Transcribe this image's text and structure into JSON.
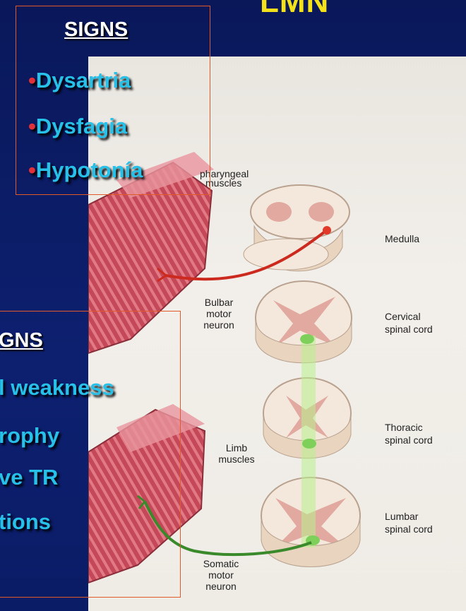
{
  "slide": {
    "title": "LMN"
  },
  "signs_box": {
    "heading": "SIGNS",
    "bullet": "•",
    "items": [
      "Dysartria",
      "Dysfagia",
      "Hypotonía"
    ]
  },
  "signs_box_2": {
    "heading": "GNS",
    "items": [
      "l weakness",
      "rophy",
      "ve TR",
      "tions"
    ]
  },
  "illustration": {
    "labels": {
      "pharyngeal": "pharyngeal",
      "muscles": "muscles",
      "medulla": "Medulla",
      "bulbar_1": "Bulbar",
      "bulbar_2": "motor",
      "bulbar_3": "neuron",
      "cervical_1": "Cervical",
      "cervical_2": "spinal cord",
      "thoracic_1": "Thoracic",
      "thoracic_2": "spinal cord",
      "limb_1": "Limb",
      "limb_2": "muscles",
      "lumbar_1": "Lumbar",
      "lumbar_2": "spinal cord",
      "somatic_1": "Somatic",
      "somatic_2": "motor",
      "somatic_3": "neuron"
    },
    "colors": {
      "muscle": "#c8505e",
      "cord_tissue": "#f4e8dc",
      "gray_matter": "#e2a9a0",
      "bulbar_neuron": "#cc2a1e",
      "somatic_neuron": "#3a8a2c",
      "tract": "#b8f08c"
    }
  }
}
